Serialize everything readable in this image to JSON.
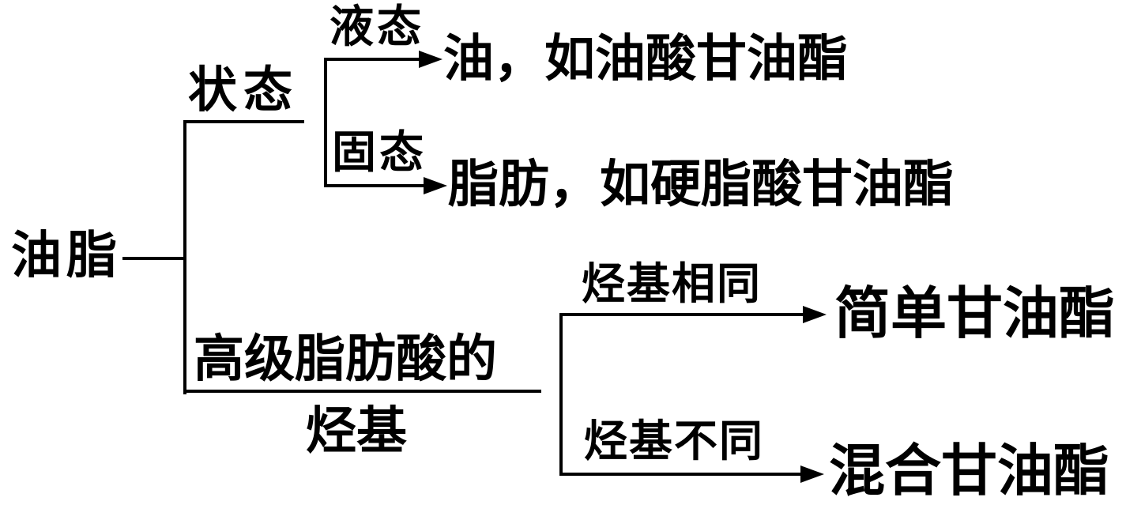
{
  "diagram": {
    "title_semantic": "oils-and-fats-classification-tree",
    "root_label": "油脂",
    "branches": [
      {
        "label": "状态",
        "children": [
          {
            "condition": "液态",
            "result": "油，如油酸甘油酯"
          },
          {
            "condition": "固态",
            "result": "脂肪，如硬脂酸甘油酯"
          }
        ]
      },
      {
        "label_line1": "高级脂肪酸的",
        "label_line2": "烃基",
        "children": [
          {
            "condition": "烃基相同",
            "result": "简单甘油酯"
          },
          {
            "condition": "烃基不同",
            "result": "混合甘油酯"
          }
        ]
      }
    ],
    "colors": {
      "line": "#000000",
      "text": "#000000",
      "background": "#ffffff"
    }
  }
}
